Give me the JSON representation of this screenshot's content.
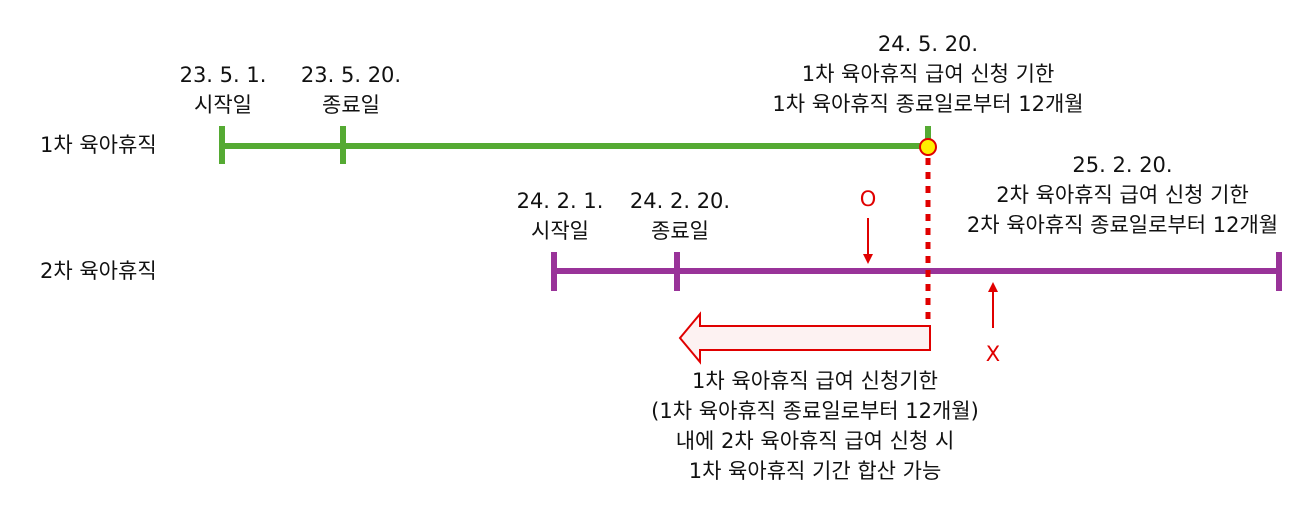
{
  "rows": {
    "first": {
      "label": "1차 육아휴직",
      "color": "#55aa33",
      "start": {
        "date": "23. 5. 1.",
        "caption": "시작일"
      },
      "end": {
        "date": "23. 5. 20.",
        "caption": "종료일"
      },
      "deadline": {
        "date": "24. 5. 20.",
        "line1": "1차 육아휴직 급여 신청 기한",
        "line2": "1차 육아휴직 종료일로부터 12개월"
      }
    },
    "second": {
      "label": "2차 육아휴직",
      "color": "#993399",
      "start": {
        "date": "24. 2. 1.",
        "caption": "시작일"
      },
      "end": {
        "date": "24. 2. 20.",
        "caption": "종료일"
      },
      "deadline": {
        "date": "25. 2. 20.",
        "line1": "2차 육아휴직 급여 신청 기한",
        "line2": "2차 육아휴직 종료일로부터 12개월"
      }
    }
  },
  "markers": {
    "ok": "O",
    "not_ok": "X",
    "color": "#e00000"
  },
  "note": {
    "line1": "1차 육아휴직 급여 신청기한",
    "line2": "(1차 육아휴직 종료일로부터 12개월)",
    "line3": "내에 2차 육아휴직 급여 신청 시",
    "line4": "1차 육아휴직 기간 합산 가능"
  }
}
